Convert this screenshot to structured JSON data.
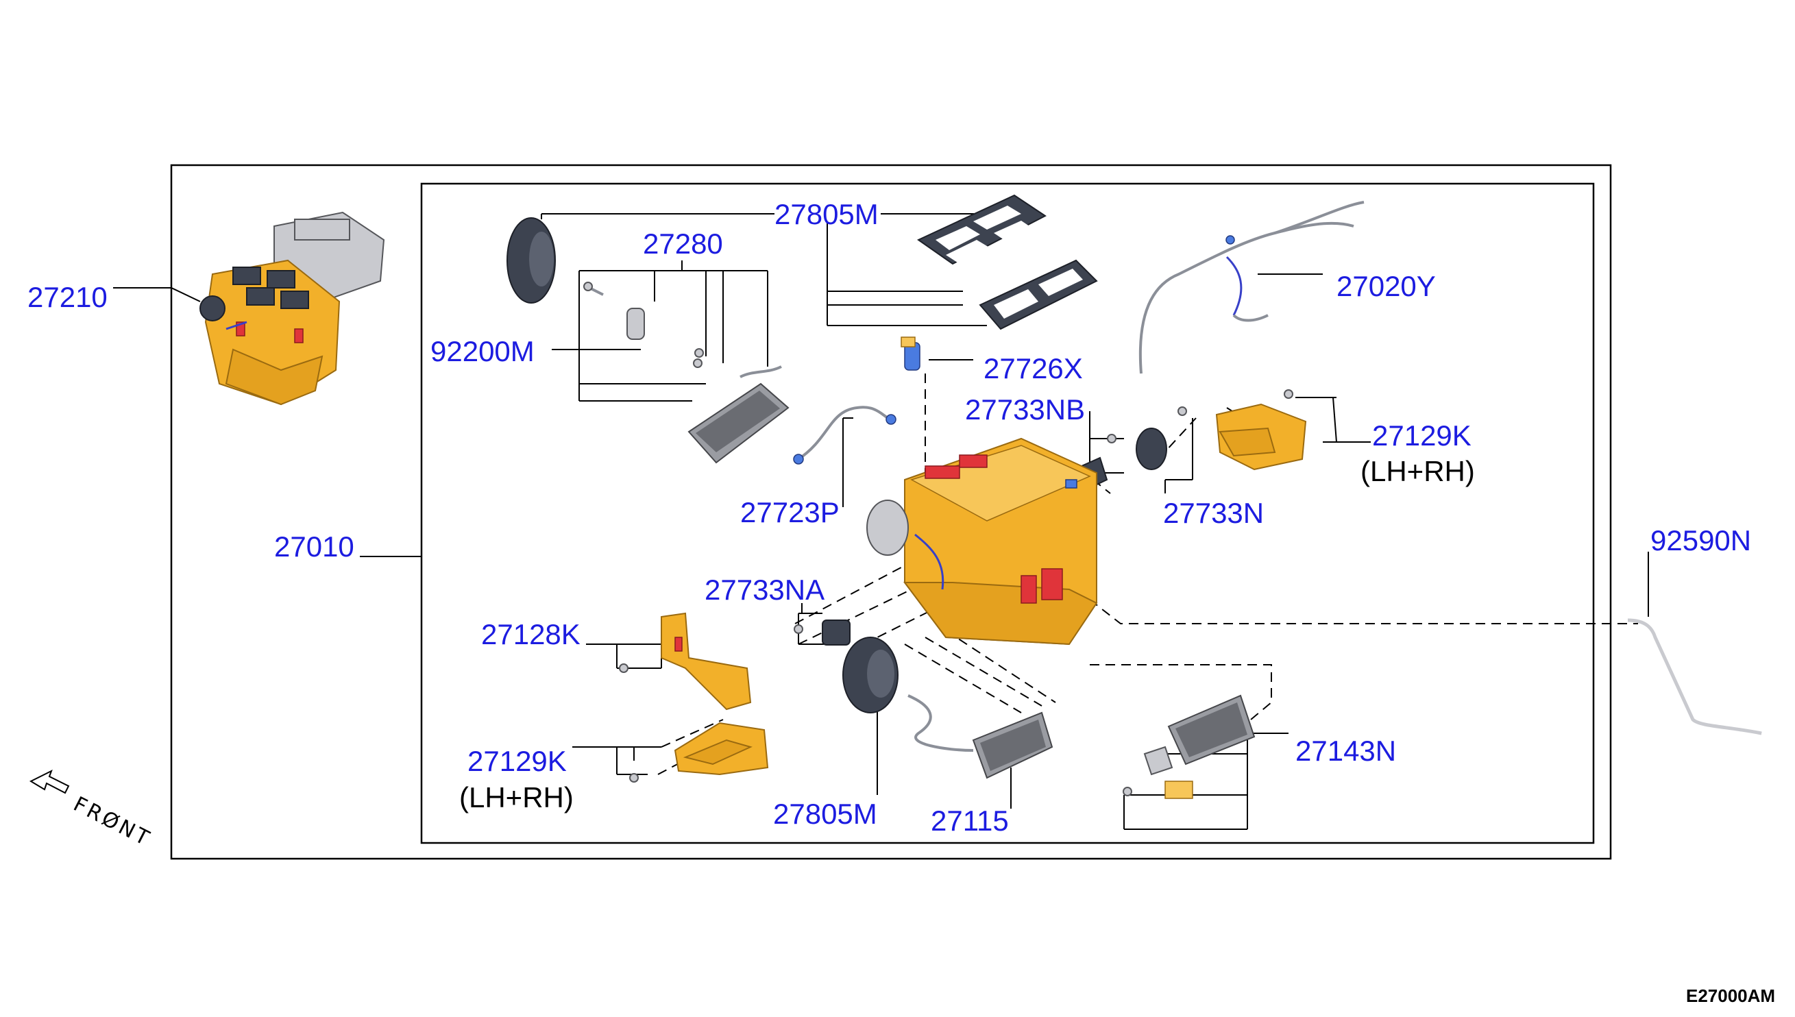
{
  "parts": {
    "p27210": "27210",
    "p27010": "27010",
    "p27805m_top": "27805M",
    "p27280": "27280",
    "p92200m": "92200M",
    "p27020y": "27020Y",
    "p27726x": "27726X",
    "p27733nb": "27733NB",
    "p27129k_upper": "27129K",
    "p27129k_upper_note": "(LH+RH)",
    "p27723p": "27723P",
    "p27733n": "27733N",
    "p92590n": "92590N",
    "p27733na": "27733NA",
    "p27128k": "27128K",
    "p27129k_lower": "27129K",
    "p27129k_lower_note": "(LH+RH)",
    "p27805m_bottom": "27805M",
    "p27115": "27115",
    "p27143n": "27143N"
  },
  "front_indicator": "FRØNT",
  "diagram_code": "E27000AM",
  "colors": {
    "label": "#1c1ce0",
    "housing": "#f2b02a",
    "door_actuator": "#e0343a",
    "line": "#000000"
  }
}
